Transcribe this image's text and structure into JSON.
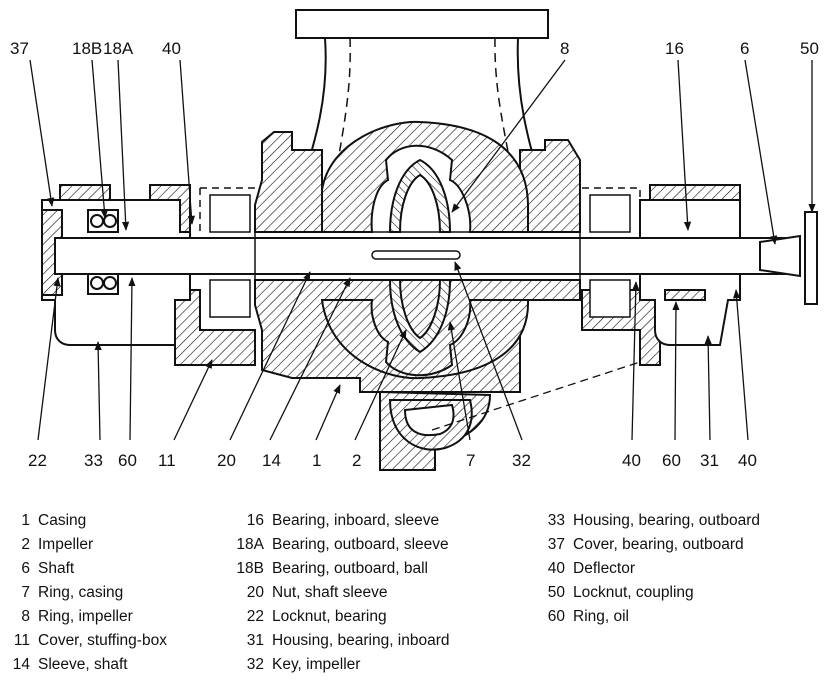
{
  "callouts_top": [
    "37",
    "18B",
    "18A",
    "40",
    "8",
    "16",
    "6",
    "50"
  ],
  "callouts_bottom": [
    "22",
    "33",
    "60",
    "11",
    "20",
    "14",
    "1",
    "2",
    "7",
    "32",
    "40",
    "60",
    "31",
    "40"
  ],
  "legend": {
    "col1": [
      {
        "num": "1",
        "text": "Casing"
      },
      {
        "num": "2",
        "text": "Impeller"
      },
      {
        "num": "6",
        "text": "Shaft"
      },
      {
        "num": "7",
        "text": "Ring, casing"
      },
      {
        "num": "8",
        "text": "Ring, impeller"
      },
      {
        "num": "11",
        "text": "Cover, stuffing-box"
      },
      {
        "num": "14",
        "text": "Sleeve, shaft"
      }
    ],
    "col2": [
      {
        "num": "16",
        "text": "Bearing, inboard, sleeve"
      },
      {
        "num": "18A",
        "text": "Bearing, outboard, sleeve"
      },
      {
        "num": "18B",
        "text": "Bearing, outboard, ball"
      },
      {
        "num": "20",
        "text": "Nut, shaft sleeve"
      },
      {
        "num": "22",
        "text": "Locknut, bearing"
      },
      {
        "num": "31",
        "text": "Housing, bearing, inboard"
      },
      {
        "num": "32",
        "text": "Key, impeller"
      }
    ],
    "col3": [
      {
        "num": "33",
        "text": "Housing, bearing, outboard"
      },
      {
        "num": "37",
        "text": "Cover, bearing, outboard"
      },
      {
        "num": "40",
        "text": "Deflector"
      },
      {
        "num": "50",
        "text": "Locknut, coupling"
      },
      {
        "num": "60",
        "text": "Ring, oil"
      }
    ]
  },
  "colors": {
    "ink": "#111111",
    "paper": "#ffffff"
  }
}
